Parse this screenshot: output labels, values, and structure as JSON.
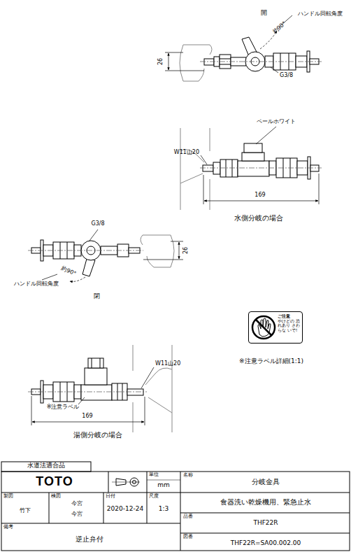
{
  "diagram": {
    "nodes": [
      {
        "text": [
          "ご注意",
          "やけどの 恐れあり さわらな いで!"
        ]
      }
    ],
    "labels": [
      "開",
      "ハンドル回転角度",
      "約90°",
      "26",
      "G3/8",
      "ペールホワイト",
      "W11山20",
      "169",
      "水側分岐の場合",
      "G3/8",
      "26",
      "ハンドル回転角度",
      "約90°",
      "閉",
      "W11山20",
      "※注意ラベル",
      "169",
      "湯側分岐の場合",
      "※注意ラベル詳細(1:1)",
      "水道法適合品",
      "TOTO",
      "単位",
      "mm",
      "名称",
      "分岐金具",
      "食器洗い乾燥機用、緊急止水",
      "製図",
      "竹下",
      "検図",
      "今宮",
      "今宮",
      "日付",
      "2020-12-24",
      "尺度",
      "1:3",
      "品番",
      "THF22R",
      "備考",
      "逆止弁付",
      "図番",
      "THF22R=SA00.002.00"
    ]
  }
}
